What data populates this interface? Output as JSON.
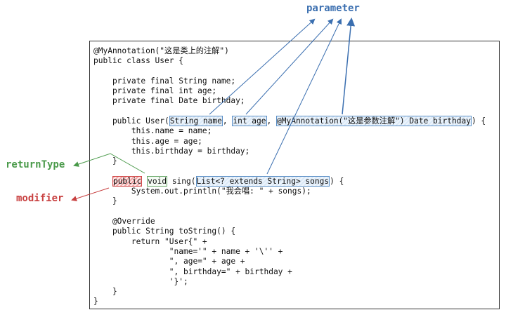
{
  "labels": {
    "parameter": "parameter",
    "returnType": "returnType",
    "modifier": "modifier"
  },
  "colors": {
    "parameter": "#3b6fb0",
    "returnType": "#4a9a4a",
    "modifier": "#c84040"
  },
  "code": {
    "l0": "@MyAnnotation(\"这是类上的注解\")",
    "l1": "public class User {",
    "l3": "    private final String name;",
    "l4": "    private final int age;",
    "l5": "    private final Date birthday;",
    "l7a": "    public User(",
    "p1": "String name",
    "sep1": ", ",
    "p2": "int age",
    "sep2": ", ",
    "p3": "@MyAnnotation(\"这是参数注解\") Date birthday",
    "l7b": ") {",
    "l8": "        this.name = name;",
    "l9": "        this.age = age;",
    "l10": "        this.birthday = birthday;",
    "l11": "    }",
    "l13a": "    ",
    "mod": "public",
    "ret": "void",
    "l13m": " sing(",
    "p4": "List<? extends String> songs",
    "l13b": ") {",
    "l14": "        System.out.println(\"我会唱: \" + songs);",
    "l15": "    }",
    "l17": "    @Override",
    "l18": "    public String toString() {",
    "l19": "        return \"User{\" +",
    "l20": "                \"name='\" + name + '\\'' +",
    "l21": "                \", age=\" + age +",
    "l22": "                \", birthday=\" + birthday +",
    "l23": "                '}';",
    "l24": "    }",
    "l25": "}"
  }
}
